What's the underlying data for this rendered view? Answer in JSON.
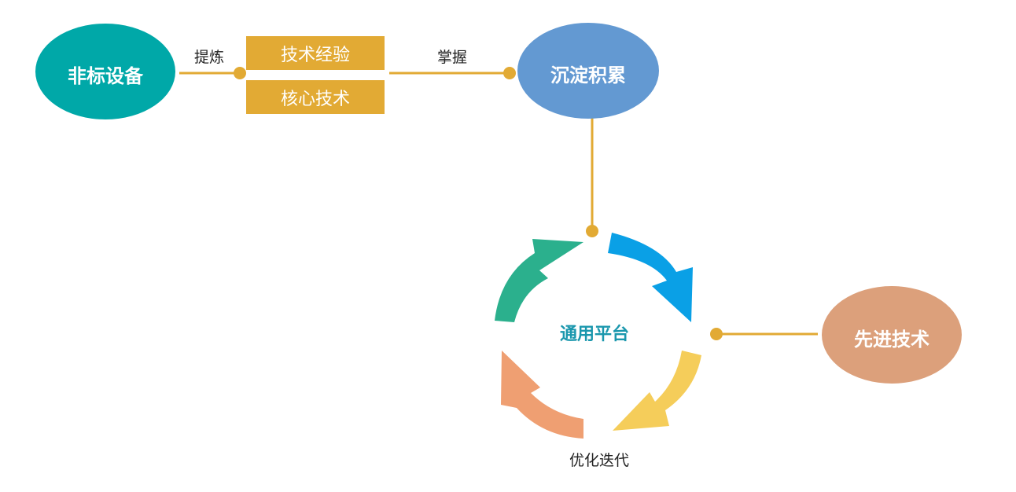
{
  "nodes": {
    "nonstandard": {
      "label": "非标设备",
      "color": "#00a8a8"
    },
    "accumulate": {
      "label": "沉淀积累",
      "color": "#6399d2"
    },
    "advanced": {
      "label": "先进技术",
      "color": "#dca07b"
    }
  },
  "boxes": {
    "experience": "技术经验",
    "core": "核心技术"
  },
  "edge_labels": {
    "refine": "提炼",
    "master": "掌握",
    "iterate": "优化迭代"
  },
  "center": {
    "label": "通用平台",
    "color": "#1a97ad"
  },
  "colors": {
    "connector": "#e2aa34",
    "arrow_blue": "#0aa0e6",
    "arrow_yellow": "#f5cd5a",
    "arrow_salmon": "#ef9f72",
    "arrow_green": "#2bb08d"
  }
}
